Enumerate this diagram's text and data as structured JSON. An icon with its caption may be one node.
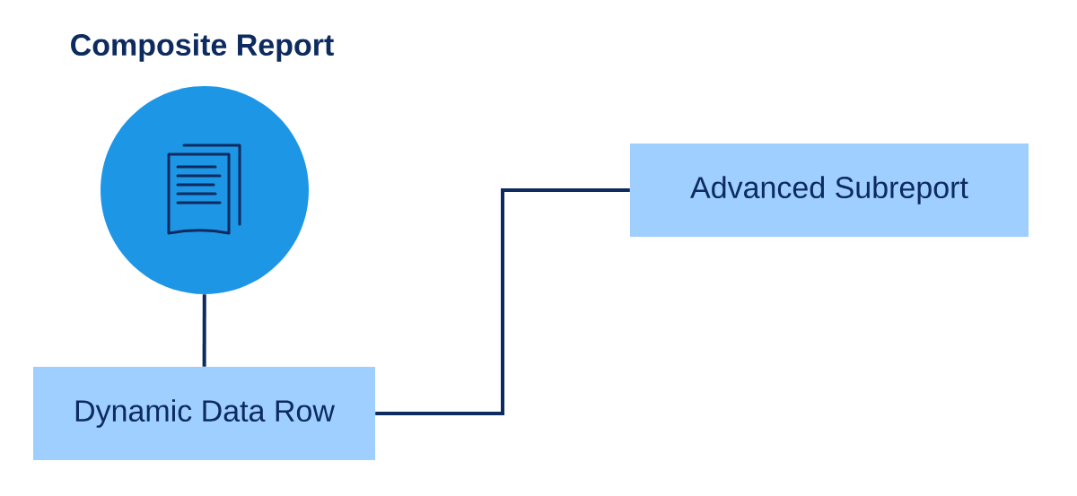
{
  "diagram": {
    "nodes": [
      {
        "text": [
          "Composite Report"
        ]
      },
      {
        "text": [
          "Dynamic Data Row"
        ]
      },
      {
        "text": [
          "Advanced Subreport"
        ]
      }
    ],
    "edges": [
      {
        "from": 0,
        "to": 1,
        "arrow": "none"
      },
      {
        "from": 1,
        "to": 2,
        "arrow": "none"
      }
    ]
  }
}
